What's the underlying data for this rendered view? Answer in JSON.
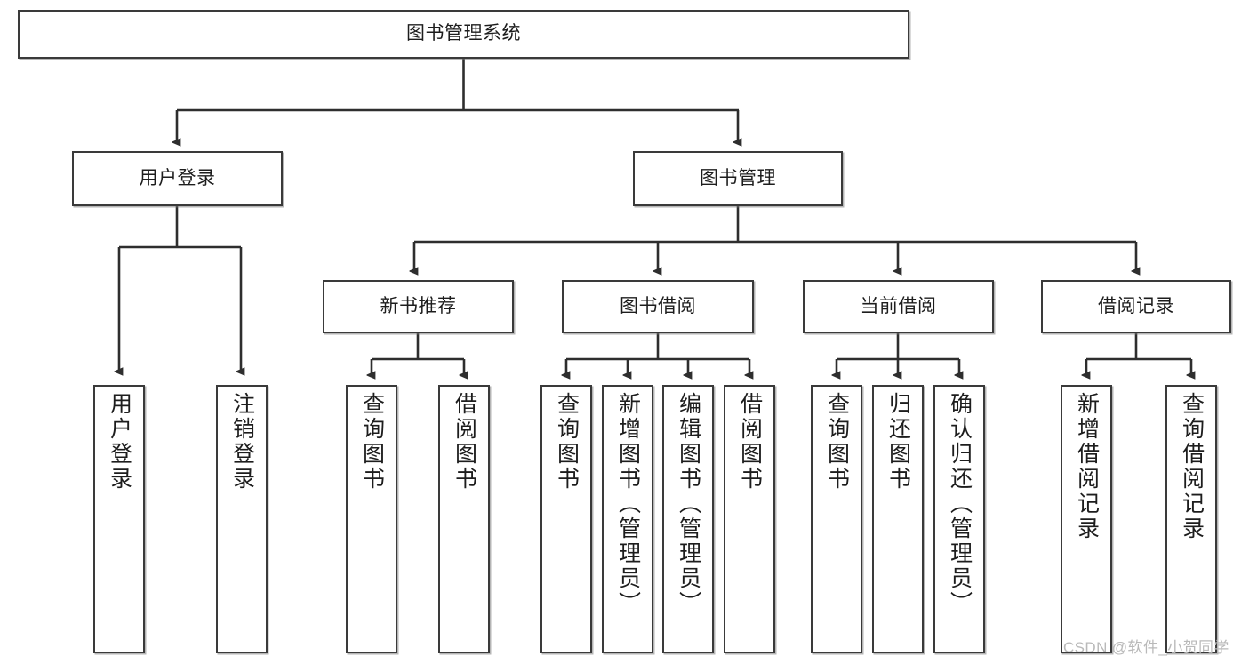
{
  "diagram": {
    "type": "hierarchy-tree",
    "title": "图书管理系统",
    "watermark": "CSDN @软件_小贺同学",
    "root": {
      "id": "root",
      "label": "图书管理系统"
    },
    "level2": [
      {
        "id": "user-login",
        "label": "用户登录"
      },
      {
        "id": "book-management",
        "label": "图书管理"
      }
    ],
    "level3": [
      {
        "id": "new-book-recommend",
        "label": "新书推荐",
        "parent": "book-management"
      },
      {
        "id": "book-borrow",
        "label": "图书借阅",
        "parent": "book-management"
      },
      {
        "id": "current-borrow",
        "label": "当前借阅",
        "parent": "book-management"
      },
      {
        "id": "borrow-record",
        "label": "借阅记录",
        "parent": "book-management"
      }
    ],
    "leaves": {
      "user_login": [
        {
          "id": "leaf-user-login",
          "label": "用户登录"
        },
        {
          "id": "leaf-logout",
          "label": "注销登录"
        }
      ],
      "new_book_recommend": [
        {
          "id": "leaf-query-book-1",
          "label": "查询图书"
        },
        {
          "id": "leaf-borrow-book-1",
          "label": "借阅图书"
        }
      ],
      "book_borrow": [
        {
          "id": "leaf-query-book-2",
          "label": "查询图书"
        },
        {
          "id": "leaf-add-book",
          "label": "新增图书（管理员）"
        },
        {
          "id": "leaf-edit-book",
          "label": "编辑图书（管理员）"
        },
        {
          "id": "leaf-borrow-book-2",
          "label": "借阅图书"
        }
      ],
      "current_borrow": [
        {
          "id": "leaf-query-book-3",
          "label": "查询图书"
        },
        {
          "id": "leaf-return-book",
          "label": "归还图书"
        },
        {
          "id": "leaf-confirm-return",
          "label": "确认归还（管理员）"
        }
      ],
      "borrow_record": [
        {
          "id": "leaf-add-record",
          "label": "新增借阅记录"
        },
        {
          "id": "leaf-query-record",
          "label": "查询借阅记录"
        }
      ]
    },
    "colors": {
      "stroke": "#3a3a3a",
      "fill": "#ffffff",
      "text": "#1d1d1d",
      "watermark": "#b9b9b9"
    }
  }
}
